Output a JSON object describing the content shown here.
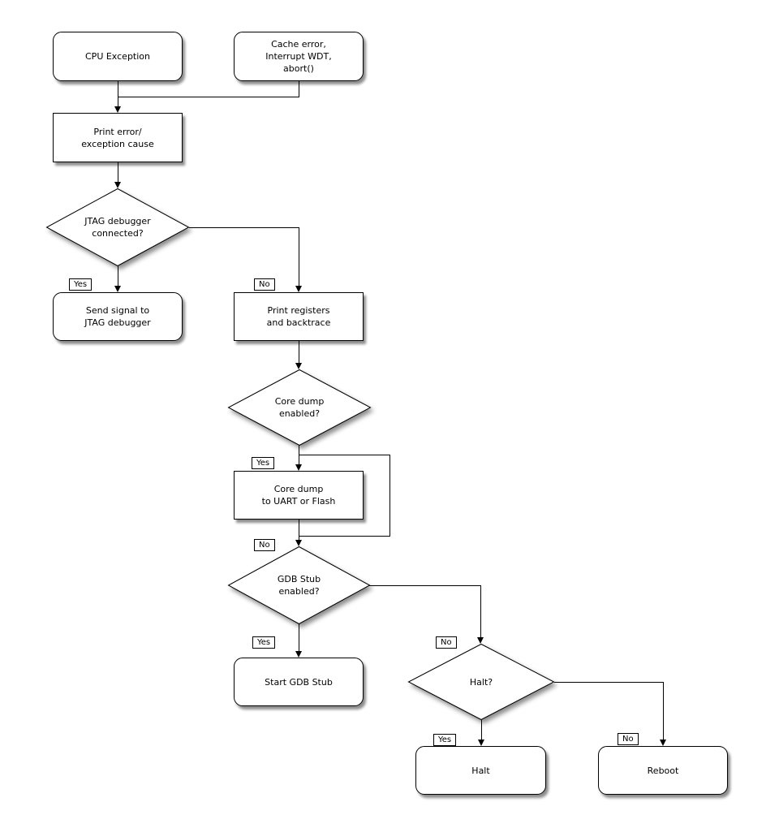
{
  "diagram": {
    "type": "flowchart",
    "colors": {
      "stroke": "#000000",
      "fill": "#ffffff",
      "shadow": "#999999"
    },
    "nodes": {
      "cpu_exception": "CPU Exception",
      "cache_error": "Cache error,\nInterrupt WDT,\nabort()",
      "print_error": "Print error/\nexception cause",
      "jtag_connected": "JTAG debugger\nconnected?",
      "send_signal": "Send signal to\nJTAG debugger",
      "print_registers": "Print registers\nand backtrace",
      "core_dump_enabled": "Core dump\nenabled?",
      "core_dump_dest": "Core dump\nto UART or Flash",
      "gdb_stub_enabled": "GDB Stub\nenabled?",
      "start_gdb_stub": "Start GDB Stub",
      "halt_question": "Halt?",
      "halt": "Halt",
      "reboot": "Reboot"
    },
    "edge_labels": {
      "jtag_yes": "Yes",
      "jtag_no": "No",
      "core_dump_yes": "Yes",
      "core_dump_no": "No",
      "gdb_yes": "Yes",
      "gdb_no": "No",
      "halt_yes": "Yes",
      "halt_no": "No"
    }
  }
}
